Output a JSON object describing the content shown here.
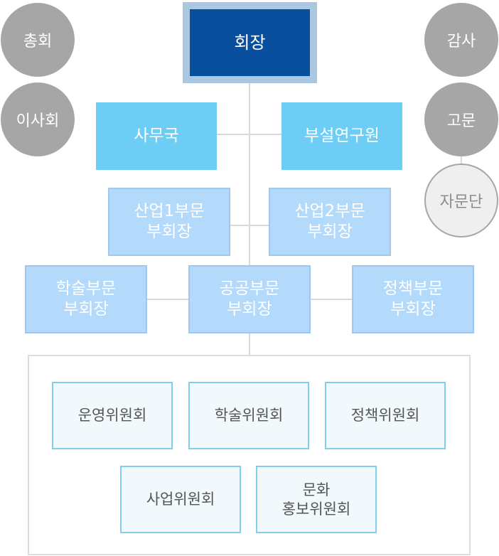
{
  "top": {
    "president": "회장"
  },
  "left_circles": {
    "general_assembly": "총회",
    "board": "이사회"
  },
  "right_circles": {
    "audit": "감사",
    "advisor": "고문",
    "advisory_group": "자문단"
  },
  "departments": {
    "secretariat": "사무국",
    "research_institute": "부설연구원"
  },
  "vice_presidents": {
    "industry1": "산업1부문\n부회장",
    "industry2": "산업2부문\n부회장",
    "academic": "학술부문\n부회장",
    "public": "공공부문\n부회장",
    "policy": "정책부문\n부회장"
  },
  "committees": {
    "operations": "운영위원회",
    "academic": "학술위원회",
    "policy": "정책위원회",
    "business": "사업위원회",
    "culture_pr": "문화\n홍보위원회"
  },
  "colors": {
    "president": "#0a4f9e",
    "president_frame": "#aac8e2",
    "department": "#6dcdf4",
    "vice_president": "#b3d9fb",
    "committee_border": "#7fd0f0",
    "circle_gray": "#a6a6a6"
  }
}
